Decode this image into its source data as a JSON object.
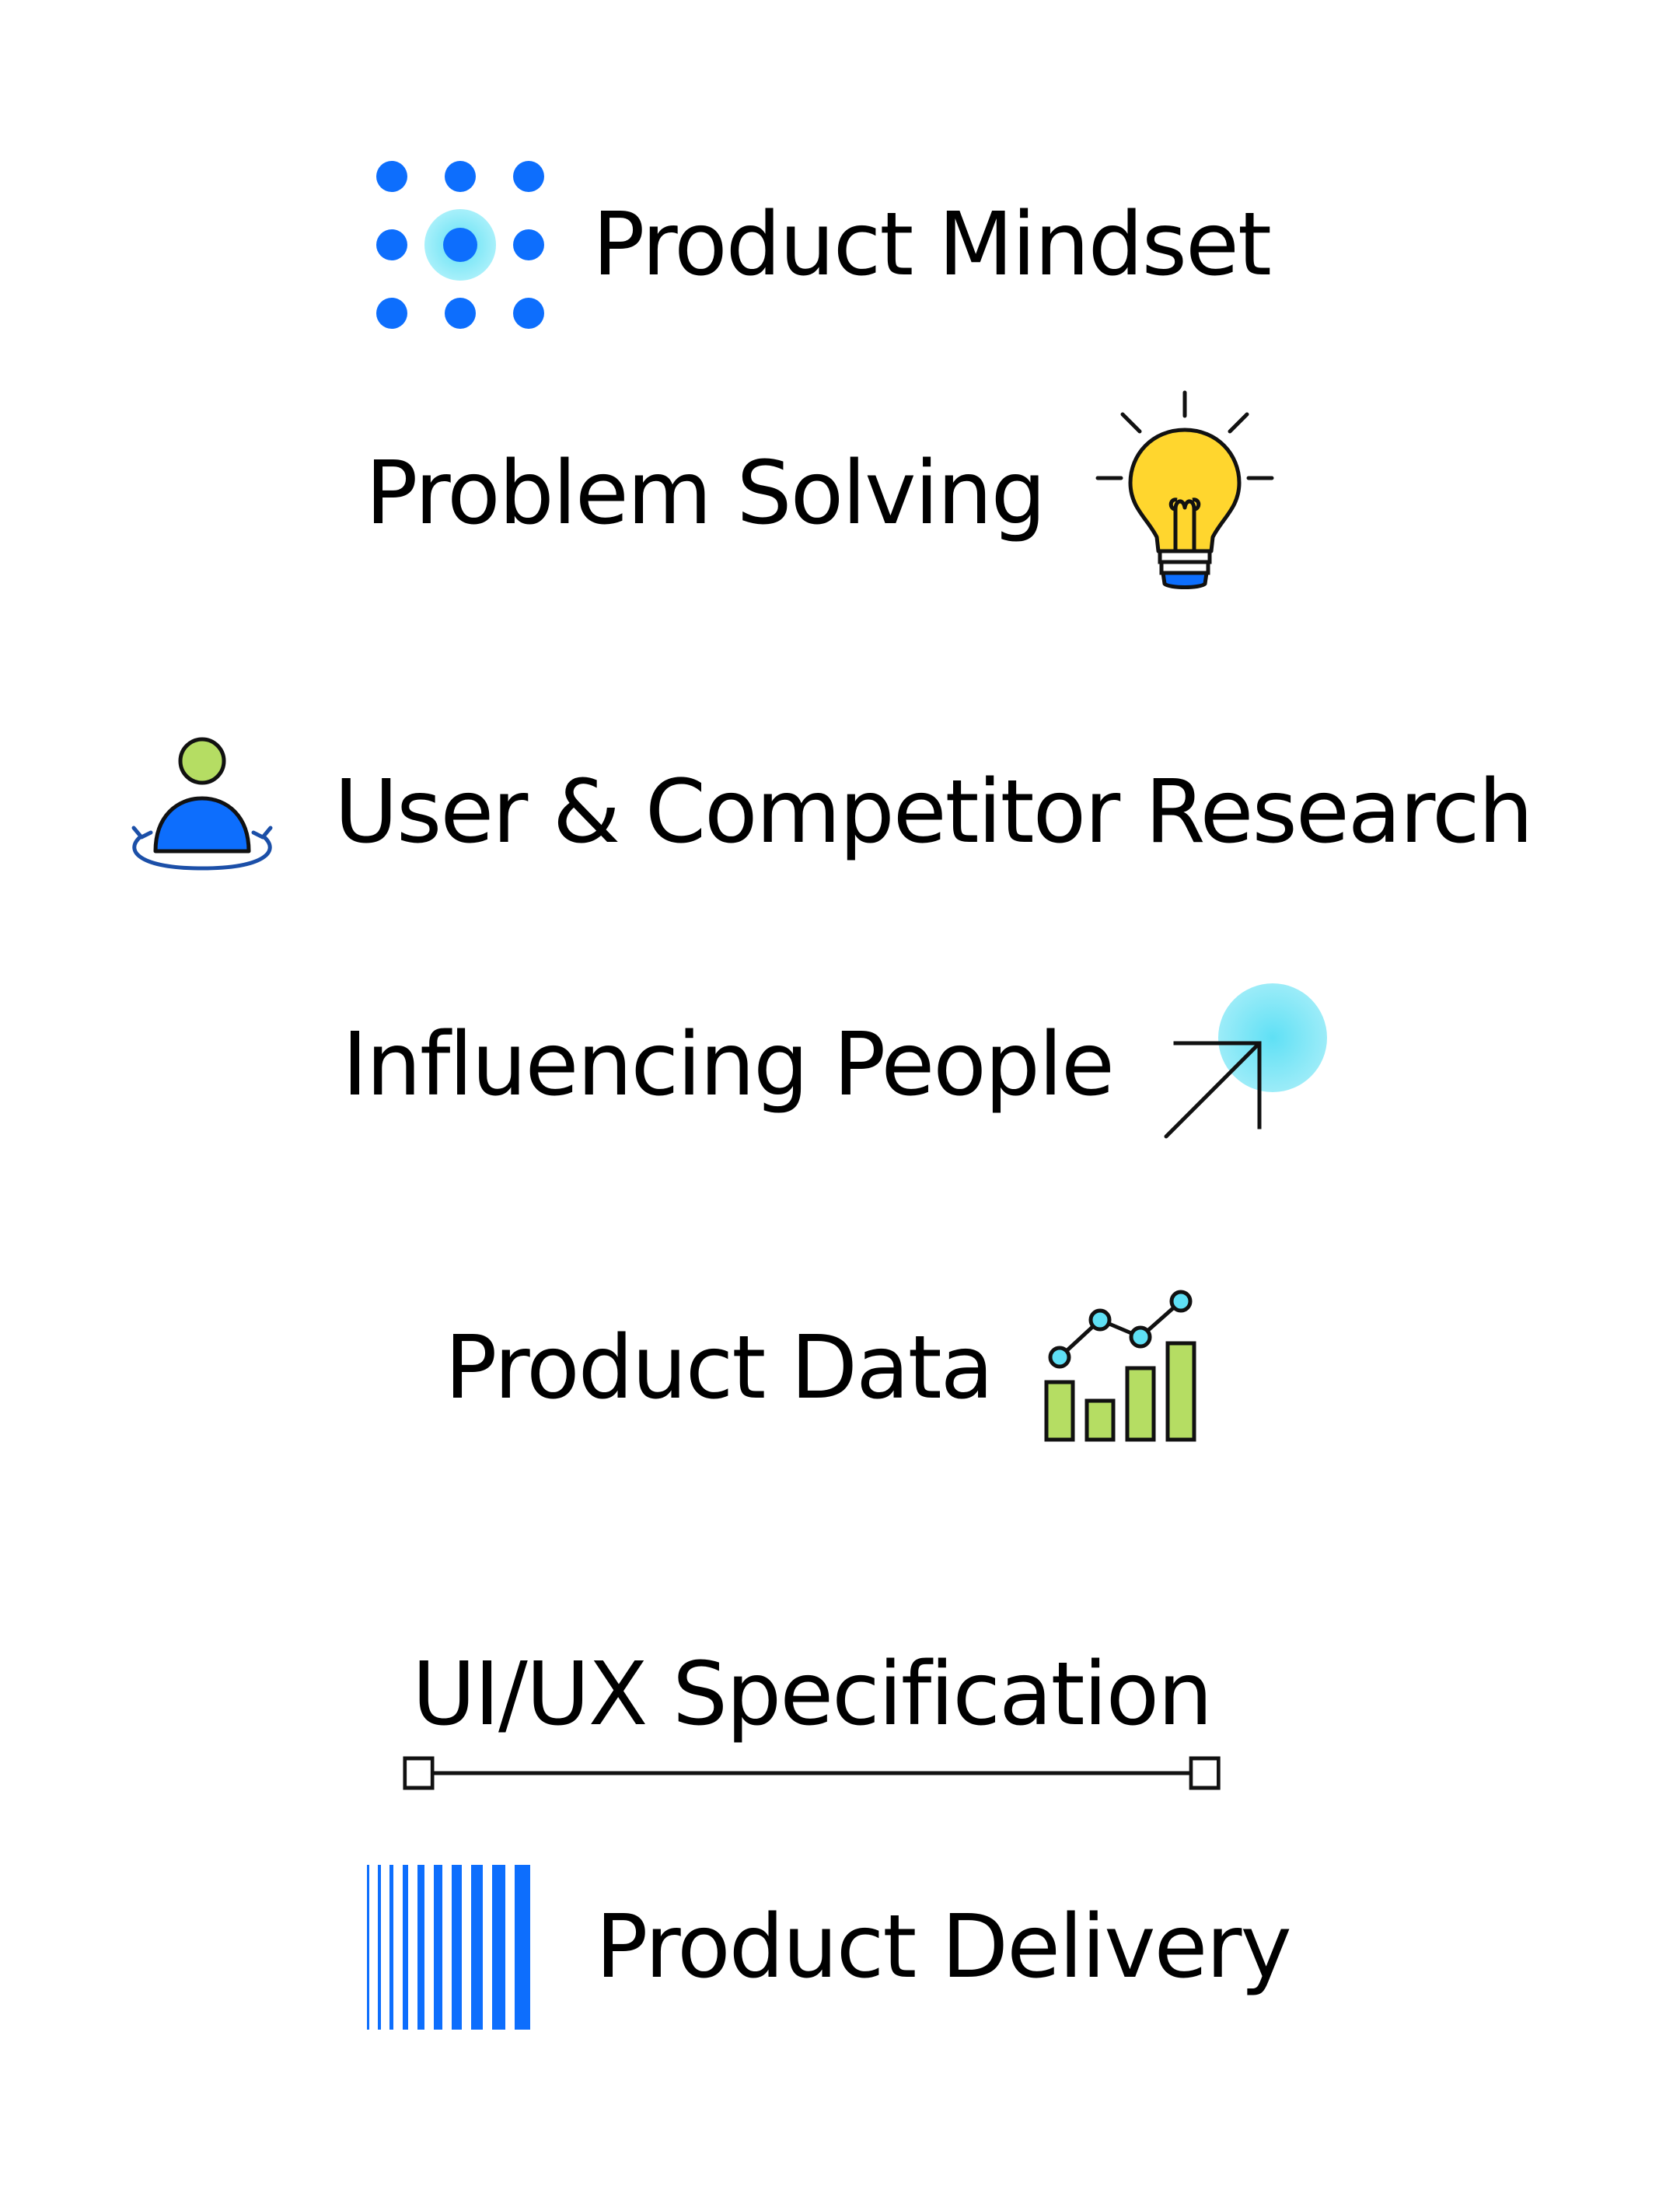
{
  "items": [
    {
      "id": "mindset",
      "label": "Product Mindset",
      "icon": "dot-grid-icon"
    },
    {
      "id": "problem",
      "label": "Problem Solving",
      "icon": "lightbulb-icon"
    },
    {
      "id": "research",
      "label": "User & Competitor Research",
      "icon": "user-orbit-icon"
    },
    {
      "id": "influence",
      "label": "Influencing People",
      "icon": "arrow-up-right-icon"
    },
    {
      "id": "data",
      "label": "Product Data",
      "icon": "bar-chart-trend-icon"
    },
    {
      "id": "uiux",
      "label": "UI/UX Specification",
      "icon": "ruler-line-icon"
    },
    {
      "id": "delivery",
      "label": "Product Delivery",
      "icon": "barcode-stripes-icon"
    }
  ],
  "colors": {
    "blue": "#0d6efd",
    "cyan": "#5fe0f5",
    "yellow": "#ffd62e",
    "green": "#b5dd63",
    "dark_blue": "#1b4fa8",
    "text": "#000000"
  }
}
